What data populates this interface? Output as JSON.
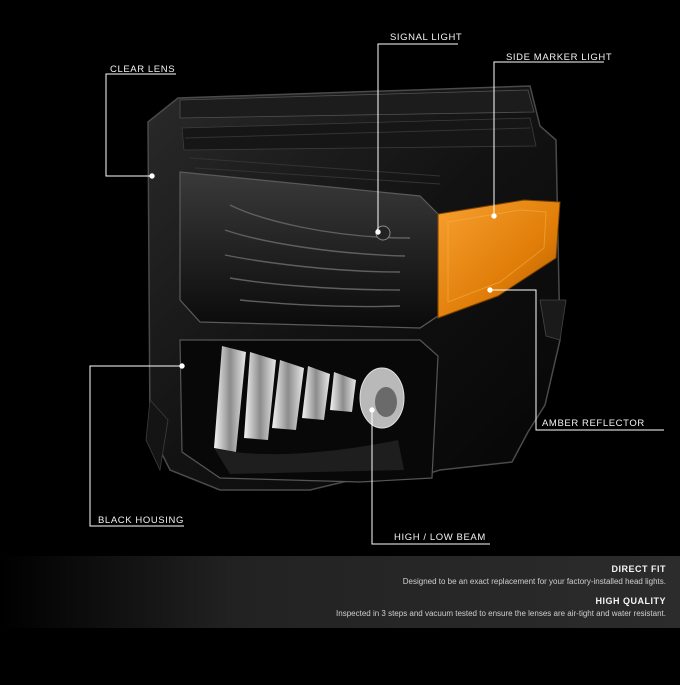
{
  "callouts": {
    "clear_lens": "CLEAR LENS",
    "signal_light": "SIGNAL LIGHT",
    "side_marker_light": "SIDE MARKER LIGHT",
    "amber_reflector": "AMBER REFLECTOR",
    "black_housing": "BLACK HOUSING",
    "high_low_beam": "HIGH / LOW BEAM"
  },
  "features": [
    {
      "title": "DIRECT FIT",
      "text": "Designed to be an exact replacement for your factory-installed head lights."
    },
    {
      "title": "HIGH QUALITY",
      "text": "Inspected in 3 steps and vacuum tested to ensure the lenses are air-tight and water resistant."
    }
  ],
  "colors": {
    "background": "#000000",
    "amber": "#e8800a",
    "housing": "#0c0c0c",
    "chrome": "#d8d8d8"
  }
}
